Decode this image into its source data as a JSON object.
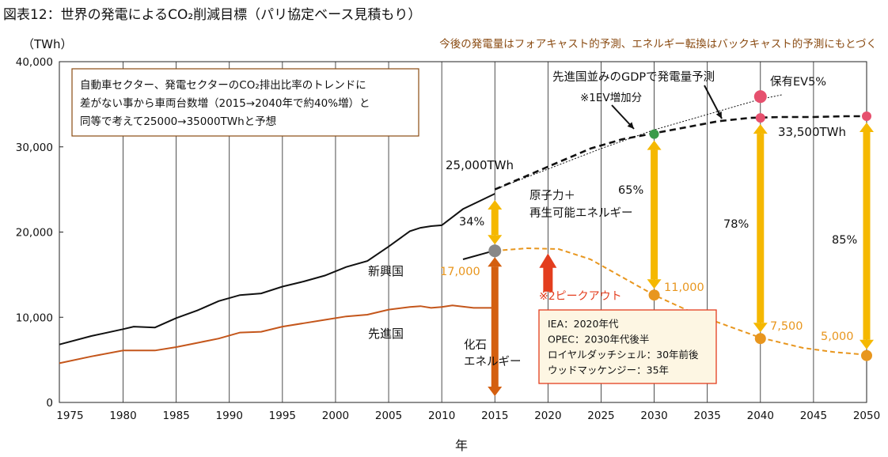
{
  "title": "図表12：世界の発電によるCO₂削減目標（パリ協定ベース見積もり）",
  "subtitle": "今後の発電量はフォアキャスト的予測、エネルギー転換はバックキャスト的予測にもとづく",
  "unit_label": "（TWh）",
  "x_axis_label": "年",
  "colors": {
    "emerging": "#111111",
    "advanced": "#c4561b",
    "fossil_projection": "#e8961e",
    "arrow_yellow": "#f5b800",
    "arrow_orange": "#d45f0f",
    "peak_arrow": "#e33d1e",
    "note_border": "#e33d1e",
    "note_fill": "#fdf6e3",
    "point_gray": "#888888",
    "point_green": "#3a9a4a",
    "point_pink": "#e6506e"
  },
  "chart_data": {
    "type": "line",
    "xlim": [
      1974,
      2050
    ],
    "ylim": [
      0,
      40000
    ],
    "x_ticks": [
      "1975",
      "1980",
      "1985",
      "1990",
      "1995",
      "2000",
      "2005",
      "2010",
      "2015",
      "2020",
      "2025",
      "2030",
      "2035",
      "2040",
      "2045",
      "2050"
    ],
    "y_ticks": [
      "0",
      "10,000",
      "20,000",
      "30,000",
      "40,000"
    ],
    "grid": "vertical",
    "series": [
      {
        "name": "新興国",
        "key": "emerging",
        "style": "solid",
        "x": [
          1974,
          1977,
          1980,
          1981,
          1983,
          1985,
          1987,
          1989,
          1991,
          1993,
          1995,
          1997,
          1999,
          2001,
          2003,
          2005,
          2007,
          2008,
          2009,
          2010,
          2012,
          2014,
          2015
        ],
        "y": [
          6800,
          7800,
          8600,
          8900,
          8800,
          9900,
          10800,
          11900,
          12600,
          12800,
          13600,
          14200,
          14900,
          15900,
          16600,
          18300,
          20100,
          20500,
          20700,
          20800,
          22700,
          23900,
          24500
        ]
      },
      {
        "name": "先進国",
        "key": "advanced",
        "style": "solid",
        "x": [
          1974,
          1977,
          1980,
          1983,
          1985,
          1987,
          1989,
          1991,
          1993,
          1995,
          1997,
          1999,
          2001,
          2003,
          2005,
          2007,
          2008,
          2009,
          2010,
          2011,
          2013,
          2015
        ],
        "y": [
          4600,
          5400,
          6100,
          6100,
          6500,
          7000,
          7500,
          8200,
          8300,
          8900,
          9300,
          9700,
          10100,
          10300,
          10900,
          11200,
          11300,
          11100,
          11200,
          11400,
          11100,
          11100
        ]
      },
      {
        "key": "total_projection",
        "style": "dashed",
        "x": [
          2015,
          2018,
          2021,
          2024,
          2027,
          2030,
          2033,
          2036,
          2039,
          2042,
          2045,
          2048,
          2050
        ],
        "y": [
          25000,
          26600,
          28200,
          29800,
          30900,
          31600,
          32300,
          33000,
          33400,
          33500,
          33500,
          33600,
          33600
        ]
      },
      {
        "key": "ev_projection",
        "style": "dotted",
        "x": [
          2015,
          2020,
          2025,
          2030,
          2035,
          2040,
          2042
        ],
        "y": [
          25000,
          27400,
          29800,
          32000,
          33800,
          35600,
          36100
        ]
      },
      {
        "key": "fossil_projection",
        "style": "dashed",
        "x": [
          2015,
          2018,
          2021,
          2024,
          2027,
          2030,
          2033,
          2036,
          2040,
          2044,
          2047,
          2050
        ],
        "y": [
          17800,
          18100,
          18000,
          16800,
          14700,
          12600,
          10900,
          9400,
          7600,
          6400,
          5900,
          5600
        ]
      }
    ],
    "points": [
      {
        "key": "p2015",
        "x": 2015,
        "y": 17800,
        "color": "point_gray"
      },
      {
        "key": "p2030g",
        "x": 2030,
        "y": 31500,
        "color": "point_green"
      },
      {
        "key": "p2040p1",
        "x": 2040,
        "y": 35900,
        "color": "point_pink"
      },
      {
        "key": "p2040p2",
        "x": 2040,
        "y": 33400,
        "color": "point_pink"
      },
      {
        "key": "p2050p",
        "x": 2050,
        "y": 33600,
        "color": "point_pink"
      },
      {
        "key": "p2030o",
        "x": 2030,
        "y": 12600,
        "color": "fossil_projection"
      },
      {
        "key": "p2040o",
        "x": 2040,
        "y": 7500,
        "color": "fossil_projection"
      },
      {
        "key": "p2050o",
        "x": 2050,
        "y": 5500,
        "color": "fossil_projection"
      }
    ],
    "arrows": [
      {
        "key": "share2015",
        "x": 2015,
        "y1": 17800,
        "y2": 24500,
        "color": "arrow_yellow",
        "label": "34%"
      },
      {
        "key": "share2030",
        "x": 2030,
        "y1": 12600,
        "y2": 31500,
        "color": "arrow_yellow",
        "label": "65%"
      },
      {
        "key": "share2040",
        "x": 2040,
        "y1": 7500,
        "y2": 33400,
        "color": "arrow_yellow",
        "label": "78%"
      },
      {
        "key": "share2050",
        "x": 2050,
        "y1": 5500,
        "y2": 33600,
        "color": "arrow_yellow",
        "label": "85%"
      },
      {
        "key": "fossil",
        "x": 2015,
        "y1": 0,
        "y2": 17800,
        "color": "arrow_orange"
      }
    ],
    "annotations": {
      "box_lines": [
        "自動車セクター、発電セクターのCO₂排出比率のトレンドに",
        "差がない事から車両台数増（2015→2040年で約40%増）と",
        "同等で考えて25000→35000TWhと予想"
      ],
      "label_25000": "25,000TWh",
      "label_33500": "33,500TWh",
      "label_gdp": "先進国並みのGDPで発電量予測",
      "label_ev": "※1EV増加分",
      "label_ev5": "保有EV5%",
      "label_17000": "17,000",
      "label_11000": "11,000",
      "label_7500": "7,500",
      "label_5000": "5,000",
      "label_emerging": "新興国",
      "label_advanced": "先進国",
      "label_fossil": [
        "化石",
        "エネルギー"
      ],
      "label_renew": [
        "原子力＋",
        "再生可能エネルギー"
      ],
      "label_peak": "※2ピークアウト",
      "note_lines": [
        "IEA：2020年代",
        "OPEC：2030年代後半",
        "ロイヤルダッチシェル：30年前後",
        "ウッドマッケンジー：35年"
      ]
    }
  }
}
